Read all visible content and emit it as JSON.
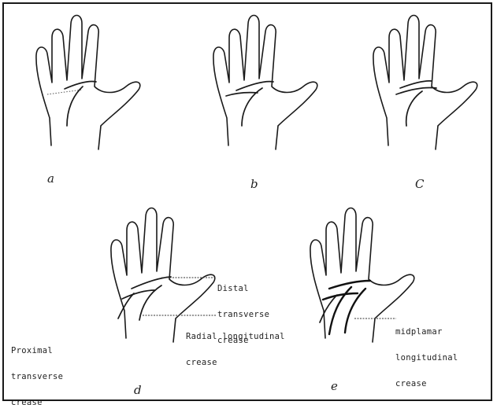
{
  "panels": {
    "a": {
      "label": "a"
    },
    "b": {
      "label": "b"
    },
    "c": {
      "label": "C"
    },
    "d": {
      "label": "d"
    },
    "e": {
      "label": "e"
    }
  },
  "annotations": {
    "distal_transverse": {
      "line1": "Distal",
      "line2": "transverse",
      "line3": "crease"
    },
    "radial_longitudinal": {
      "line1": "Radial longitudinal",
      "line2": "crease"
    },
    "proximal_transverse": {
      "line1": "Proximal",
      "line2": "transverse",
      "line3": "crease"
    },
    "midpalmar_longitudinal": {
      "line1": "midplamar",
      "line2": "longitudinal",
      "line3": "crease"
    }
  }
}
